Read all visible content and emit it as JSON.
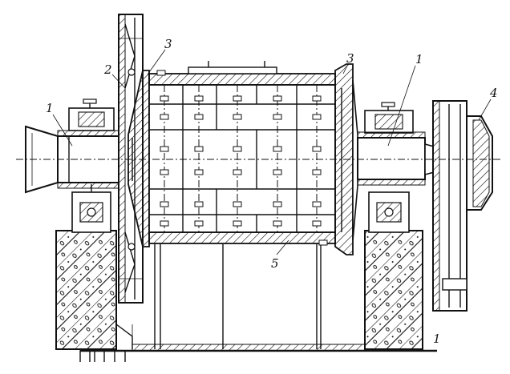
{
  "callouts": [
    {
      "id": "label-1-left",
      "text": "1"
    },
    {
      "id": "label-2",
      "text": "2"
    },
    {
      "id": "label-3-left",
      "text": "3"
    },
    {
      "id": "label-3-right",
      "text": "3"
    },
    {
      "id": "label-1-right",
      "text": "1"
    },
    {
      "id": "label-4",
      "text": "4"
    },
    {
      "id": "label-5",
      "text": "5"
    },
    {
      "id": "label-1-bottom",
      "text": "1"
    }
  ]
}
